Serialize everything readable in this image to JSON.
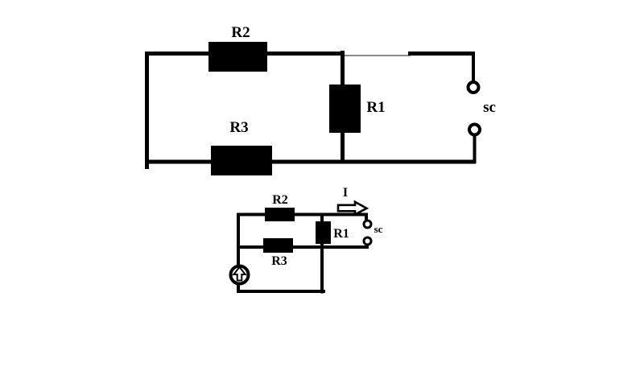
{
  "figure": {
    "colors": {
      "background": "#ffffff",
      "ink": "#000000",
      "faded_wire": "#8c8c8c"
    }
  },
  "top_circuit": {
    "r2": "R2",
    "r3": "R3",
    "r1": "R1",
    "sc": "sc"
  },
  "bottom_circuit": {
    "r2": "R2",
    "r3": "R3",
    "r1": "R1",
    "sc": "sc",
    "current": "I"
  }
}
